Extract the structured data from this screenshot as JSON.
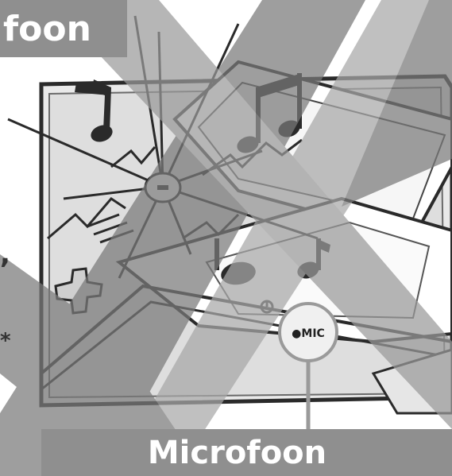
{
  "header": {
    "label": "foon"
  },
  "callout": {
    "label": "Microfoon"
  },
  "device": {
    "mic_marking": "●MIC"
  },
  "side_fragments": {
    "comma": ",",
    "asterisk": "*"
  },
  "colors": {
    "banner_fill": "#8f8f8f",
    "banner_text": "#ffffff",
    "stripe_dark": "#7a7a7a",
    "stripe_light": "#a8a8a8",
    "line_art": "#2a2a2a"
  },
  "icons": [
    "music-note-icon",
    "power-icon",
    "dpad-icon",
    "speaker-grille-icon"
  ]
}
